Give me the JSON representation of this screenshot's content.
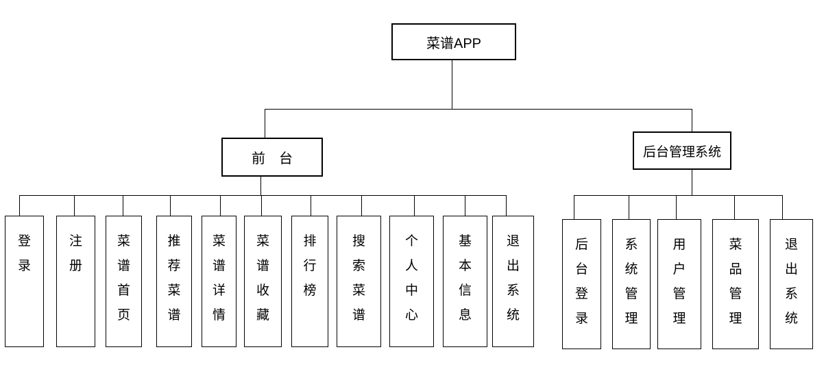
{
  "diagram": {
    "root": {
      "label": "菜谱APP"
    },
    "branches": [
      {
        "label": "前　台",
        "children": [
          {
            "label": "登录"
          },
          {
            "label": "注册"
          },
          {
            "label": "菜谱首页"
          },
          {
            "label": "推荐菜谱"
          },
          {
            "label": "菜谱详情"
          },
          {
            "label": "菜谱收藏"
          },
          {
            "label": "排行榜"
          },
          {
            "label": "搜索菜谱"
          },
          {
            "label": "个人中心"
          },
          {
            "label": "基本信息"
          },
          {
            "label": "退出系统"
          }
        ]
      },
      {
        "label": "后台管理系统",
        "children": [
          {
            "label": "后台登录"
          },
          {
            "label": "系统管理"
          },
          {
            "label": "用户管理"
          },
          {
            "label": "菜品管理"
          },
          {
            "label": "退出系统"
          }
        ]
      }
    ],
    "colors": {
      "line": "#000000",
      "text": "#000000",
      "background": "#ffffff"
    }
  }
}
